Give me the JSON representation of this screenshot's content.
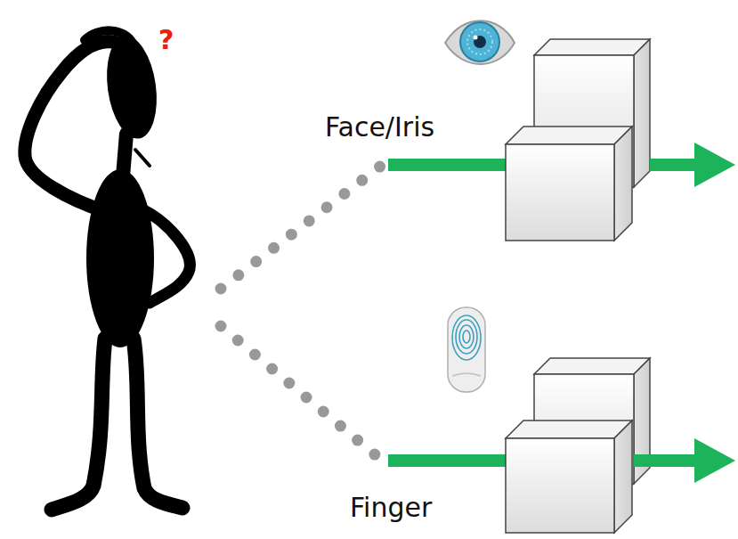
{
  "diagram": {
    "labels": [
      "?",
      "Face/Iris",
      "Finger"
    ]
  }
}
